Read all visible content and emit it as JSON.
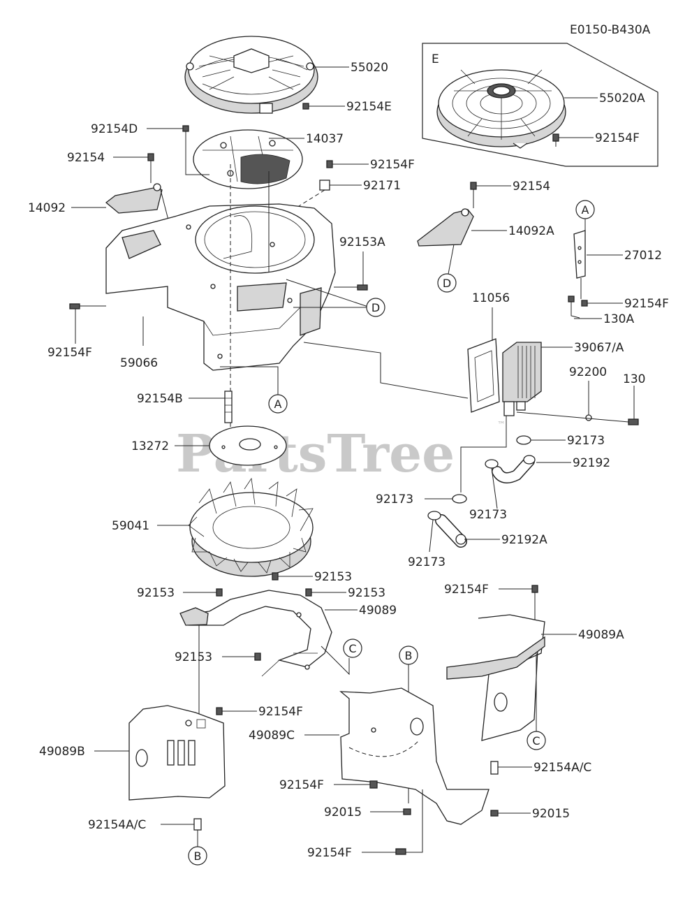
{
  "diagram_code": "E0150-B430A",
  "watermark": "PartsTree",
  "watermark_tm": "™",
  "inset_letter": "E",
  "callout_letters": {
    "a": "A",
    "b": "B",
    "c": "C",
    "d": "D"
  },
  "part_labels": {
    "p55020": "55020",
    "p92154E": "92154E",
    "p92154D": "92154D",
    "p14037": "14037",
    "p92154_1": "92154",
    "p92154F_1": "92154F",
    "p92171": "92171",
    "p14092": "14092",
    "p92153A": "92153A",
    "p92154F_2": "92154F",
    "p59066": "59066",
    "p92154B": "92154B",
    "p13272": "13272",
    "p59041": "59041",
    "p55020A": "55020A",
    "p92154F_3": "92154F",
    "p92154_2": "92154",
    "p14092A": "14092A",
    "p27012": "27012",
    "p92154F_4": "92154F",
    "p130A": "130A",
    "p11056": "11056",
    "p39067A": "39067/A",
    "p92200": "92200",
    "p130": "130",
    "p92173_1": "92173",
    "p92192": "92192",
    "p92173_2": "92173",
    "p92173_3": "92173",
    "p92192A": "92192A",
    "p92173_4": "92173",
    "p92153_1": "92153",
    "p92153_2": "92153",
    "p92153_3": "92153",
    "p49089": "49089",
    "p92153_4": "92153",
    "p92154F_5": "92154F",
    "p49089A": "49089A",
    "p49089B": "49089B",
    "p49089C": "49089C",
    "p92154F_6": "92154F",
    "p92154AC_1": "92154A/C",
    "p92015_1": "92015",
    "p92015_2": "92015",
    "p92154AC_2": "92154A/C",
    "p92154F_7": "92154F"
  }
}
